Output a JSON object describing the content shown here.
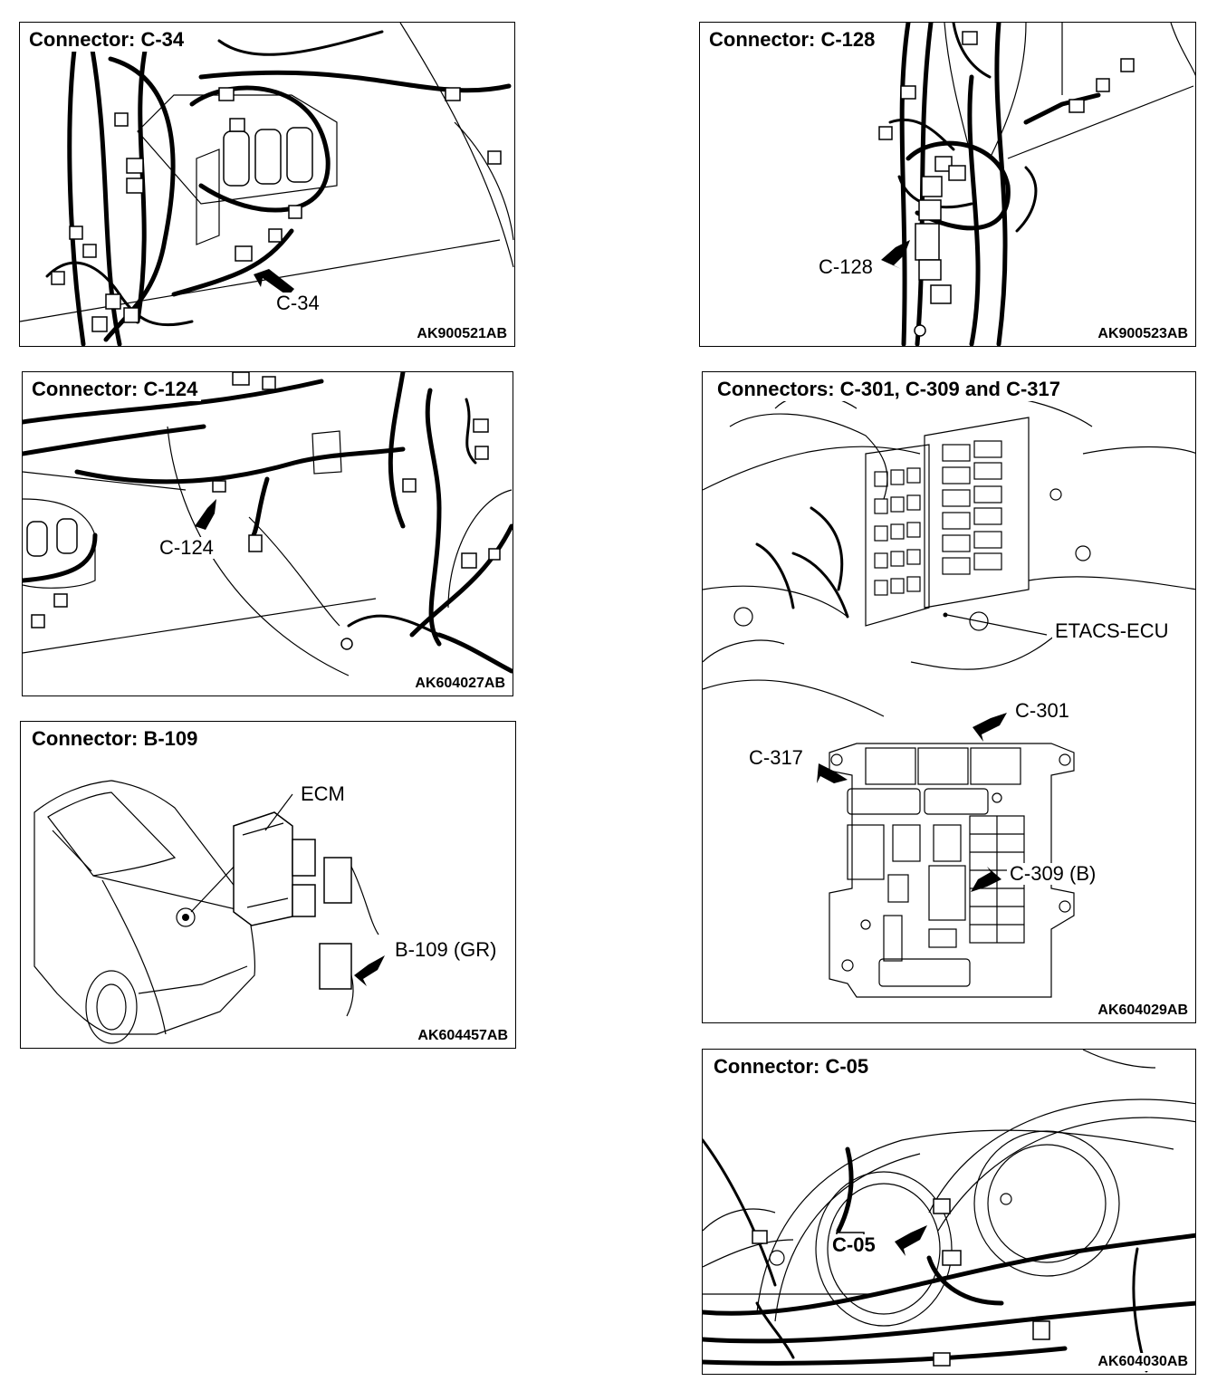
{
  "panels": {
    "c34": {
      "title": "Connector: C-34",
      "code": "AK900521AB",
      "callouts": [
        "C-34"
      ]
    },
    "c128": {
      "title": "Connector: C-128",
      "code": "AK900523AB",
      "callouts": [
        "C-128"
      ]
    },
    "c124": {
      "title": "Connector: C-124",
      "code": "AK604027AB",
      "callouts": [
        "C-124"
      ]
    },
    "c301": {
      "title": "Connectors: C-301, C-309 and C-317",
      "code": "AK604029AB",
      "callouts": [
        "ETACS-ECU",
        "C-301",
        "C-317",
        "C-309 (B)"
      ]
    },
    "b109": {
      "title": "Connector: B-109",
      "code": "AK604457AB",
      "callouts": [
        "ECM",
        "B-109 (GR)"
      ]
    },
    "c05": {
      "title": "Connector: C-05",
      "code": "AK604030AB",
      "callouts": [
        "C-05"
      ]
    }
  }
}
